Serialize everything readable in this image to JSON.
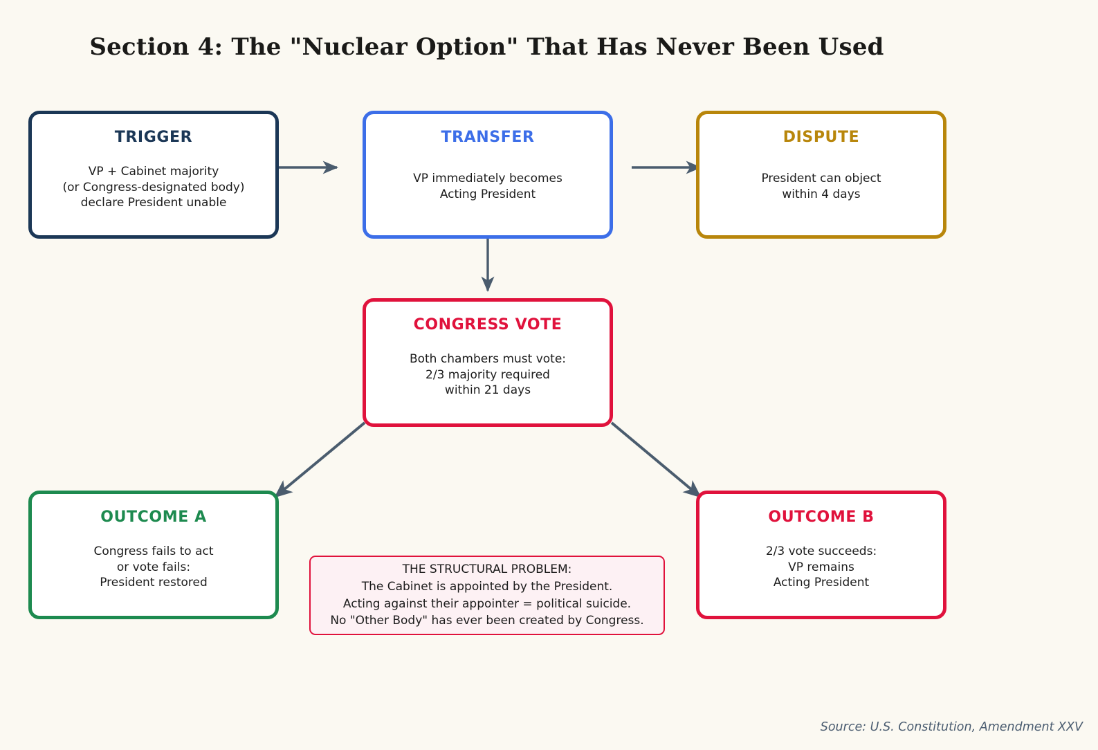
{
  "page": {
    "title": "Section 4: The \"Nuclear Option\" That Has Never Been Used",
    "background_color": "#fbf9f2",
    "source": "Source: U.S. Constitution, Amendment XXV"
  },
  "nodes": {
    "trigger": {
      "heading": "TRIGGER",
      "body": "VP + Cabinet majority\n(or Congress-designated body)\ndeclare President unable",
      "color": "#1b3756"
    },
    "transfer": {
      "heading": "TRANSFER",
      "body": "VP immediately becomes\nActing President",
      "color": "#3c6ee8"
    },
    "dispute": {
      "heading": "DISPUTE",
      "body": "President can object\nwithin 4 days",
      "color": "#b8860b"
    },
    "congress_vote": {
      "heading": "CONGRESS VOTE",
      "body": "Both chambers must vote:\n2/3 majority required\nwithin 21 days",
      "color": "#e0123c"
    },
    "outcome_a": {
      "heading": "OUTCOME A",
      "body": "Congress fails to act\nor vote fails:\nPresident restored",
      "color": "#1d8a4f"
    },
    "outcome_b": {
      "heading": "OUTCOME B",
      "body": "2/3 vote succeeds:\nVP remains\nActing President",
      "color": "#e0123c"
    }
  },
  "note": {
    "text": "THE STRUCTURAL PROBLEM:\nThe Cabinet is appointed by the President.\nActing against their appointer = political suicide.\nNo \"Other Body\" has ever been created by Congress.",
    "border_color": "#e0123c",
    "fill_color": "#fdf1f4"
  },
  "arrows": {
    "color": "#4a5c6e",
    "flows": [
      {
        "from": "trigger",
        "to": "transfer"
      },
      {
        "from": "transfer",
        "to": "dispute"
      },
      {
        "from": "transfer",
        "to": "congress_vote"
      },
      {
        "from": "congress_vote",
        "to": "outcome_a"
      },
      {
        "from": "congress_vote",
        "to": "outcome_b"
      }
    ]
  }
}
